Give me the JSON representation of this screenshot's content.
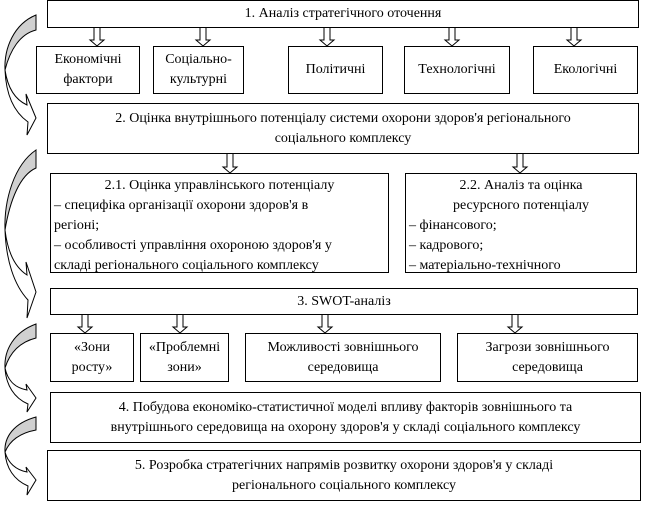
{
  "step1": "1. Аналіз стратегічного оточення",
  "factors": [
    "Економічні фактори",
    "Соціально-культурні",
    "Політичні",
    "Технологічні",
    "Екологічні"
  ],
  "factors_lines": [
    [
      "Економічні",
      "фактори"
    ],
    [
      "Соціально-",
      "культурні"
    ],
    [
      "Політичні"
    ],
    [
      "Технологічні"
    ],
    [
      "Екологічні"
    ]
  ],
  "step2": [
    "2. Оцінка внутрішнього потенціалу системи охорони здоров'я регіонального",
    "соціального комплексу"
  ],
  "step2_1": {
    "title": "2.1. Оцінка управлінського потенціалу",
    "lines": [
      "– специфіка організації охорони здоров'я в",
      "регіоні;",
      "– особливості управління охороною здоров'я у",
      "складі регіонального соціального комплексу"
    ]
  },
  "step2_2": {
    "title": [
      "2.2. Аналіз та оцінка",
      "ресурсного потенціалу"
    ],
    "lines": [
      "– фінансового;",
      "– кадрового;",
      "– матеріально-технічного"
    ]
  },
  "step3": "3. SWOT-аналіз",
  "swot": [
    [
      "«Зони",
      "росту»"
    ],
    [
      "«Проблемні",
      "зони»"
    ],
    [
      "Можливості зовнішнього",
      "середовища"
    ],
    [
      "Загрози зовнішнього",
      "середовища"
    ]
  ],
  "step4": [
    "4. Побудова економіко-статистичної моделі впливу факторів зовнішнього та",
    "внутрішнього середовища на охорону здоров'я у складі соціального комплексу"
  ],
  "step5": [
    "5. Розробка стратегічних напрямів розвитку охорони здоров'я у складі",
    "регіонального соціального комплексу"
  ],
  "colors": {
    "curved_arrow_fill": "#d0d0d0",
    "border": "#000000"
  }
}
